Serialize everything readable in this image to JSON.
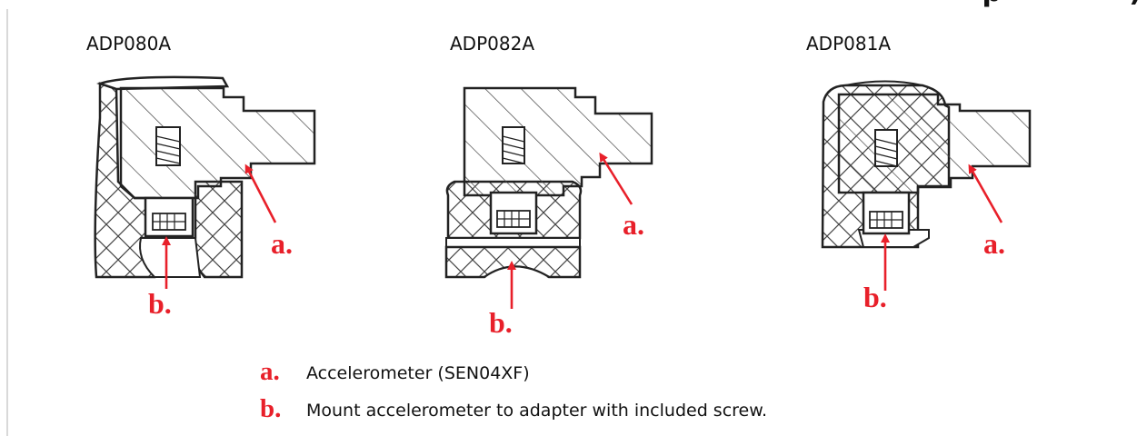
{
  "header": {
    "title_partial": "p",
    "paren_partial": ")"
  },
  "adapters": [
    {
      "model": "ADP080A",
      "callout_a": "a.",
      "callout_b": "b."
    },
    {
      "model": "ADP082A",
      "callout_a": "a.",
      "callout_b": "b."
    },
    {
      "model": "ADP081A",
      "callout_a": "a.",
      "callout_b": "b."
    }
  ],
  "legend": [
    {
      "key": "a.",
      "text": "Accelerometer (SEN04XF)"
    },
    {
      "key": "b.",
      "text": "Mount accelerometer to adapter with included screw."
    }
  ],
  "colors": {
    "callout": "#e8202a",
    "outline": "#222222",
    "hatch": "#444444",
    "background": "#ffffff"
  }
}
